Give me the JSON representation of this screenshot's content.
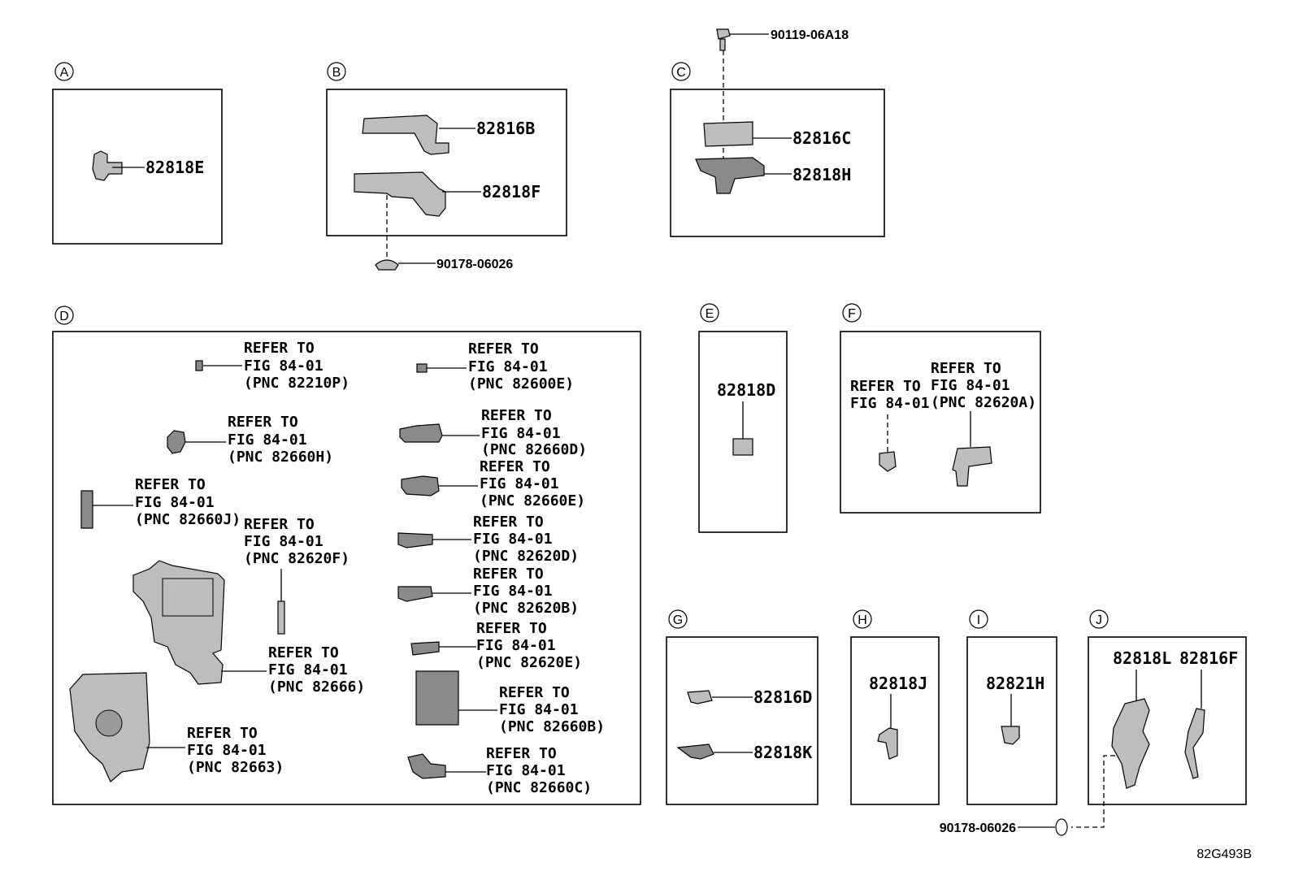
{
  "sections": {
    "A": {
      "label": "A",
      "parts": [
        "82818E"
      ]
    },
    "B": {
      "label": "B",
      "parts": [
        "82816B",
        "82818F"
      ],
      "fastener": "90178-06026"
    },
    "C": {
      "label": "C",
      "parts": [
        "82816C",
        "82818H"
      ],
      "fastener": "90119-06A18"
    },
    "D": {
      "label": "D",
      "refer_to": "REFER TO",
      "fig": "FIG 84-01",
      "pncs": [
        "(PNC 82210P)",
        "(PNC 82600E)",
        "(PNC 82660H)",
        "(PNC 82660D)",
        "(PNC 82660E)",
        "(PNC 82660J)",
        "(PNC 82620F)",
        "(PNC 82620D)",
        "(PNC 82620B)",
        "(PNC 82620E)",
        "(PNC 82666)",
        "(PNC 82660B)",
        "(PNC 82663)",
        "(PNC 82660C)"
      ]
    },
    "E": {
      "label": "E",
      "parts": [
        "82818D"
      ]
    },
    "F": {
      "label": "F",
      "refer_to": "REFER TO",
      "fig": "FIG 84-01",
      "pncs": [
        "(PNC 82620A)"
      ]
    },
    "G": {
      "label": "G",
      "parts": [
        "82816D",
        "82818K"
      ]
    },
    "H": {
      "label": "H",
      "parts": [
        "82818J"
      ]
    },
    "I": {
      "label": "I",
      "parts": [
        "82821H"
      ]
    },
    "J": {
      "label": "J",
      "parts": [
        "82818L",
        "82816F"
      ],
      "fastener": "90178-06026"
    }
  },
  "diagram_code": "82G493B"
}
